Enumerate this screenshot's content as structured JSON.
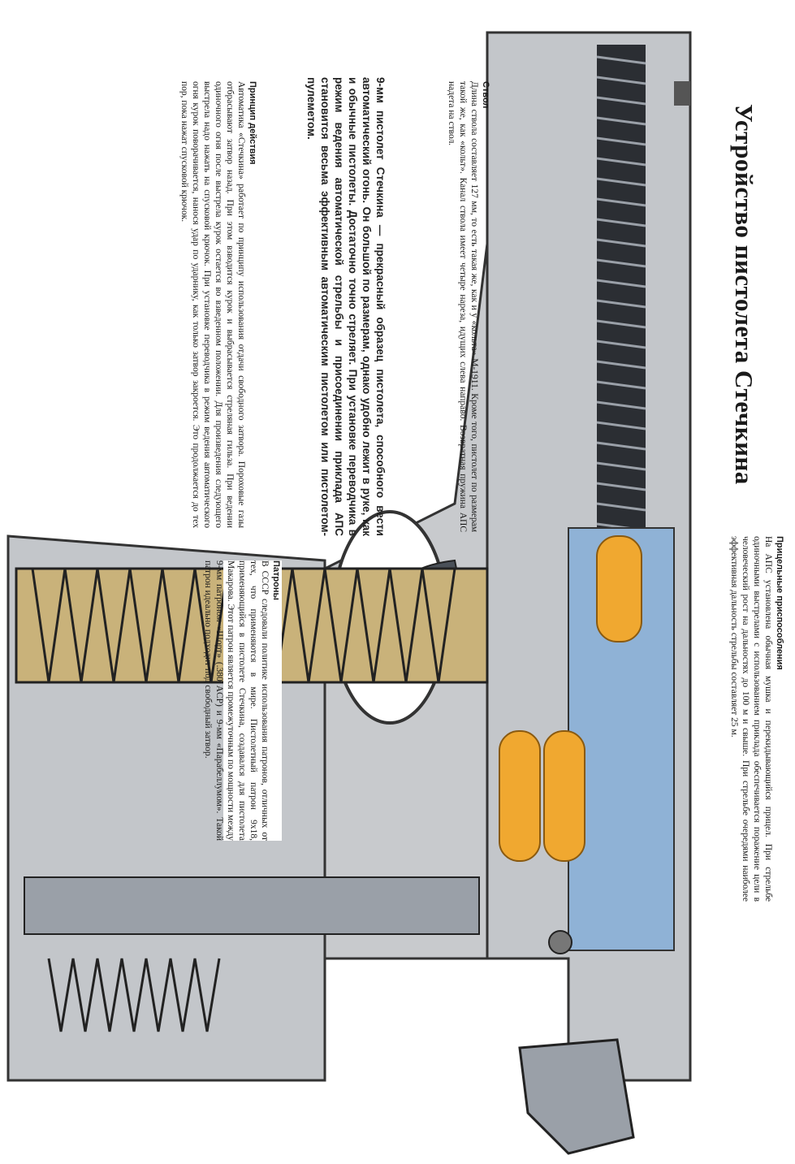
{
  "title": "Устройство пистолета Стечкина",
  "sections": {
    "sights": {
      "heading": "Прицельные приспособления",
      "text": "На АПС установлена обычная мушка и перекидывающийся прицел. При стрельбе одиночными выстрелами с использованием приклада обеспечивается поражение цели в человеческий рост на дальностях до 100 м и свыше. При стрельбе очередями наиболее эффективная дальность стрельбы составляет 25 м."
    },
    "barrel": {
      "heading": "Ствол",
      "text": "Длина ствола составляет 127 мм, то есть такая же, как и у «кольта» М-1911. Кроме того, пистолет по размерам такой же, как «кольт». Канал ствола имеет четыре нареза, идущих слева направо. Возвратная пружина АПС надета на ствол."
    },
    "intro": {
      "text": "9-мм пистолет Стечкина — прекрасный образец пистолета, способного вести автоматический огонь. Он большой по размерам, однако удобно лежит в руке, как и обычные пистолеты. Достаточно точно стреляет. При установке переводчика в режим ведения автоматической стрельбы и присоединении приклада АПС становится весьма эффективным автоматическим пистолетом или пистолетом-пулеметом."
    },
    "principle": {
      "heading": "Принцип действия",
      "text": "Автоматика «Стечкина» работает по принципу использования отдачи свободного затвора. Пороховые газы отбрасывают затвор назад. При этом взводится курок и выбрасывается стреляная гильза. При ведении одиночного огня после выстрела курок остается во взведенном положении. Для произведения следующего выстрела надо нажать на спусковой крючок. При установке переводчика в режим ведения автоматического огня курок поворачивается, нанося удар по ударнику, как только затвор закроется. Это продолжается до тех пор, пока нажат спусковой крючок."
    },
    "cartridges": {
      "heading": "Патроны",
      "text": "В СССР следовали политике использования патронов, отличных от тех, что применяются в мире. Пистолетный патрон 9x18, применяющийся в пистолете Стечкина, создавался для пистолета Макарова. Этот патрон является промежуточным по мощности между 9-мм патроном «Шорт» (.380 ACP) и 9-мм «Парабеллумом». Такой патрон идеально подходит под свободный затвор."
    }
  },
  "colors": {
    "metal": "#b9bcc0",
    "dark": "#2b2e33",
    "brass": "#f0a830",
    "blue": "#8fb2d6",
    "tan": "#c9b27a"
  }
}
